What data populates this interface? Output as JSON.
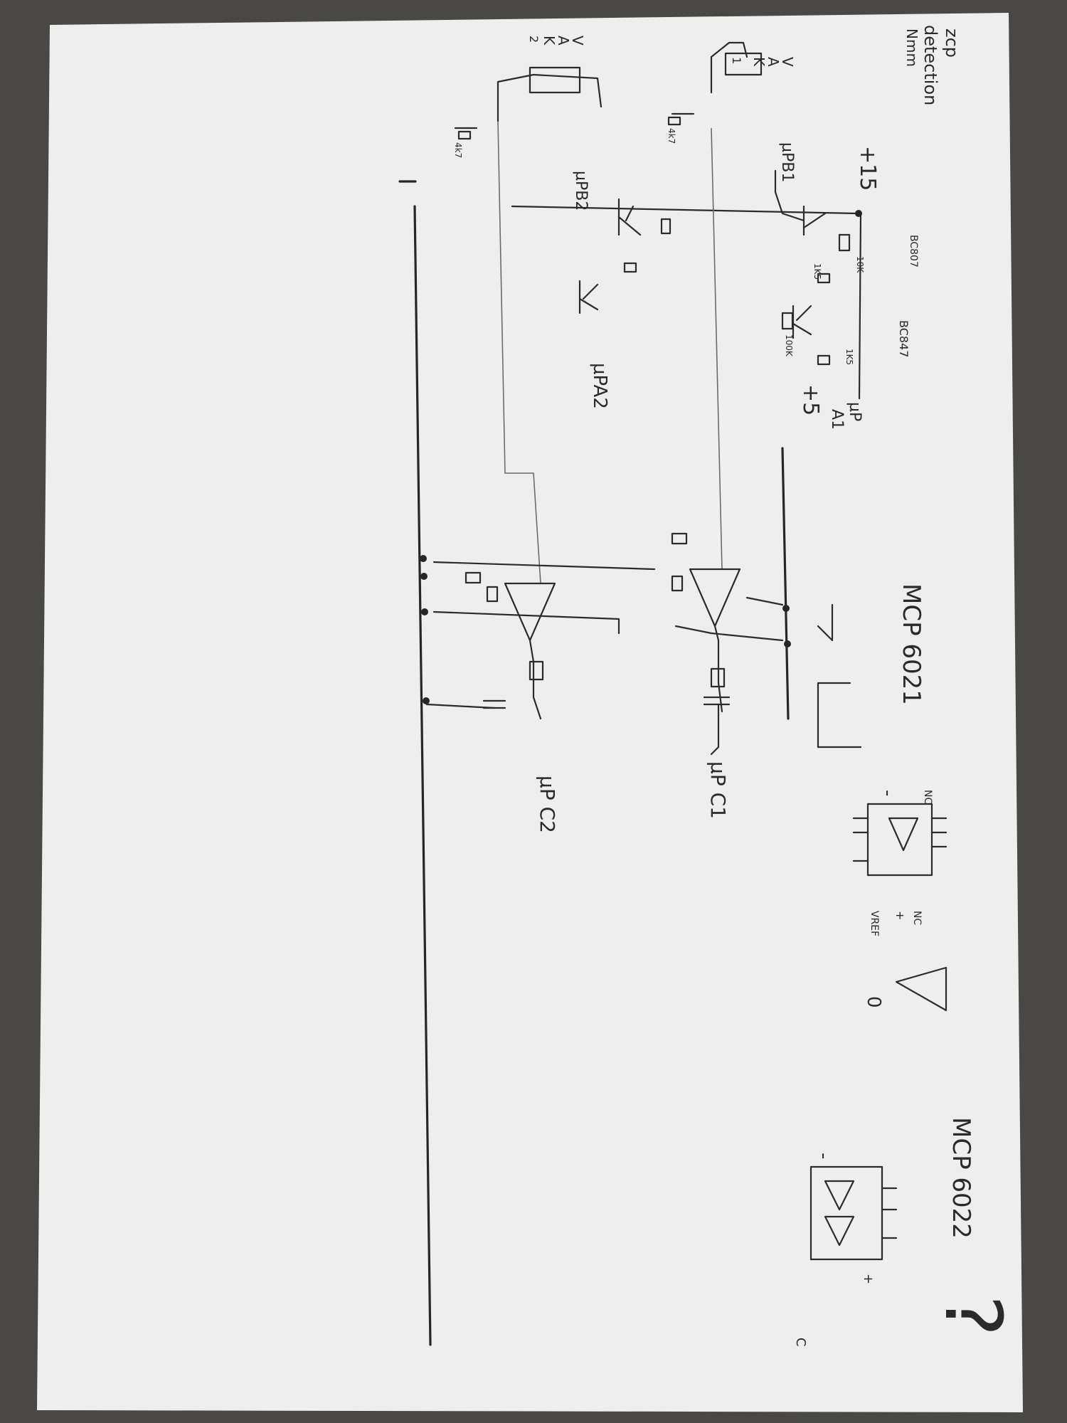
{
  "background_color": "#4a4844",
  "paper_color": "#eeeeee",
  "ink_color": "#2b2b2b",
  "orientation": "rotated 90 degrees clockwise (text reads top-to-bottom)",
  "labels": {
    "zcd_line1": "zcp",
    "zcd_line2": "detection",
    "zcd_line3": "Nmm",
    "plus15": "+15",
    "bc807": "BC807",
    "bc847": "BC847",
    "vak1_v": "V",
    "vak1_a": "A",
    "vak1_k": "K",
    "vak1_n": "1",
    "vak2_v": "V",
    "vak2_a": "A",
    "vak2_k": "K",
    "vak2_n": "2",
    "r_4k7_1": "4k7",
    "r_4k7_2": "4k7",
    "r_10k_1": "10K",
    "r_1k5_1": "1K5",
    "r_1k5_2": "1K5",
    "r_100k": "100K",
    "mup_b1": "µPB1",
    "mup_b2": "µPB2",
    "mup_a1_top": "µP",
    "mup_a1_bot": "A1",
    "mup_a2": "µPA2",
    "plus5": "+5",
    "mup_c1": "µP C1",
    "mup_c2": "µP C2",
    "mcp6021": "MCP 6021",
    "mcp6022": "MCP 6022",
    "nc_1": "NC",
    "nc_2": "NC",
    "vref": "VREF",
    "zero": "0",
    "minus_1": "-",
    "minus_2": "-",
    "plus_pin": "+",
    "plus_pin2": "+",
    "c_pin": "C",
    "question": "?",
    "opamp_plus": "+",
    "opamp_minus": "-"
  }
}
